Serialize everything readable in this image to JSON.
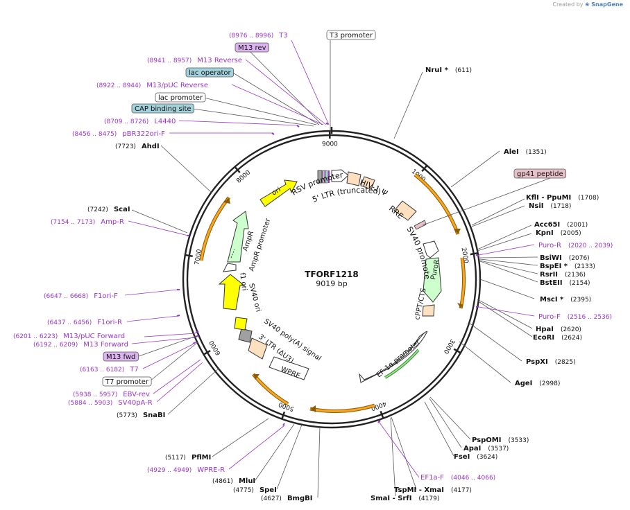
{
  "credit": {
    "prefix": "Created by",
    "brand": "SnapGene"
  },
  "plasmid": {
    "name": "TFORF1218",
    "size_label": "9019 bp",
    "length": 9019
  },
  "colors": {
    "backbone": "#222222",
    "purple": "#9933cc",
    "enzyme": "#111111",
    "orange_fill": "#f6a623",
    "orange_border": "#8c5a00",
    "yellow": "#ffff00",
    "green_light": "#ccffcc",
    "peach": "#fce0c0",
    "gray": "#a0a0a0",
    "lilac_box": "#dcb4f0",
    "teal_box": "#a4d2dc",
    "pink_box": "#e8c0c8"
  },
  "ticks": [
    {
      "label": "1000"
    },
    {
      "label": "2000"
    },
    {
      "label": "3000"
    },
    {
      "label": "4000"
    },
    {
      "label": "5000"
    },
    {
      "label": "6000"
    },
    {
      "label": "7000"
    },
    {
      "label": "8000"
    },
    {
      "label": "9000"
    }
  ],
  "enzymes_right": [
    {
      "name": "NruI *",
      "pos": "(611)"
    },
    {
      "name": "AleI",
      "pos": "(1351)"
    },
    {
      "name": "KflI - PpuMI",
      "pos": "(1708)"
    },
    {
      "name": "NsiI",
      "pos": "(1718)"
    },
    {
      "name": "Acc65I",
      "pos": "(2001)"
    },
    {
      "name": "KpnI",
      "pos": "(2005)"
    },
    {
      "name": "BsiWI",
      "pos": "(2076)"
    },
    {
      "name": "BspEI *",
      "pos": "(2133)"
    },
    {
      "name": "RsrII",
      "pos": "(2136)"
    },
    {
      "name": "BstEII",
      "pos": "(2154)"
    },
    {
      "name": "MscI *",
      "pos": "(2395)"
    },
    {
      "name": "HpaI",
      "pos": "(2620)"
    },
    {
      "name": "EcoRI",
      "pos": "(2624)"
    },
    {
      "name": "PspXI",
      "pos": "(2825)"
    },
    {
      "name": "AgeI",
      "pos": "(2998)"
    },
    {
      "name": "PspOMI",
      "pos": "(3533)"
    },
    {
      "name": "ApaI",
      "pos": "(3537)"
    },
    {
      "name": "FseI",
      "pos": "(3624)"
    },
    {
      "name": "TspMI - XmaI",
      "pos": "(4177)"
    },
    {
      "name": "SmaI - SrfI",
      "pos": "(4179)"
    }
  ],
  "enzymes_left": [
    {
      "name": "AhdI",
      "pos": "(7723)"
    },
    {
      "name": "ScaI",
      "pos": "(7242)"
    },
    {
      "name": "SnaBI",
      "pos": "(5773)"
    },
    {
      "name": "PflMI",
      "pos": "(5117)"
    },
    {
      "name": "MluI",
      "pos": "(4861)"
    },
    {
      "name": "SpeI",
      "pos": "(4775)"
    },
    {
      "name": "BmgBI",
      "pos": "(4627)"
    }
  ],
  "primers_right": [
    {
      "name": "Puro-R",
      "range": "(2020 .. 2039)"
    },
    {
      "name": "Puro-F",
      "range": "(2516 .. 2536)"
    },
    {
      "name": "EF1a-F",
      "range": "(4046 .. 4066)"
    }
  ],
  "primers_left": [
    {
      "name": "T3",
      "range": "(8976 .. 8996)"
    },
    {
      "name": "M13 Reverse",
      "range": "(8941 .. 8957)"
    },
    {
      "name": "M13/pUC Reverse",
      "range": "(8922 .. 8944)"
    },
    {
      "name": "L4440",
      "range": "(8709 .. 8726)"
    },
    {
      "name": "pBR322ori-F",
      "range": "(8456 .. 8475)"
    },
    {
      "name": "Amp-R",
      "range": "(7154 .. 7173)"
    },
    {
      "name": "F1ori-F",
      "range": "(6647 .. 6668)"
    },
    {
      "name": "F1ori-R",
      "range": "(6437 .. 6456)"
    },
    {
      "name": "M13/pUC Forward",
      "range": "(6201 .. 6223)"
    },
    {
      "name": "M13 Forward",
      "range": "(6192 .. 6209)"
    },
    {
      "name": "T7",
      "range": "(6163 .. 6182)"
    },
    {
      "name": "EBV-rev",
      "range": "(5938 .. 5957)"
    },
    {
      "name": "SV40pA-R",
      "range": "(5884 .. 5903)"
    },
    {
      "name": "WPRE-R",
      "range": "(4929 .. 4949)"
    }
  ],
  "boxed_labels": [
    {
      "name": "T3 promoter"
    },
    {
      "name": "M13 rev"
    },
    {
      "name": "lac operator"
    },
    {
      "name": "lac promoter"
    },
    {
      "name": "CAP binding site"
    },
    {
      "name": "gp41 peptide"
    },
    {
      "name": "M13 fwd"
    },
    {
      "name": "T7 promoter"
    }
  ],
  "features": [
    {
      "name": "RSV promoter"
    },
    {
      "name": "5' LTR (truncated)"
    },
    {
      "name": "HIV-1 Ψ"
    },
    {
      "name": "RRE"
    },
    {
      "name": "SV40 promoter"
    },
    {
      "name": "PuroR"
    },
    {
      "name": "cPPT/CTS"
    },
    {
      "name": "EF-1α promoter"
    },
    {
      "name": "WPRE"
    },
    {
      "name": "3' LTR (ΔU3)"
    },
    {
      "name": "SV40 poly(A) signal"
    },
    {
      "name": "SV40 ori"
    },
    {
      "name": "f1 ori"
    },
    {
      "name": "AmpR promoter"
    },
    {
      "name": "AmpR"
    },
    {
      "name": "ori"
    }
  ]
}
